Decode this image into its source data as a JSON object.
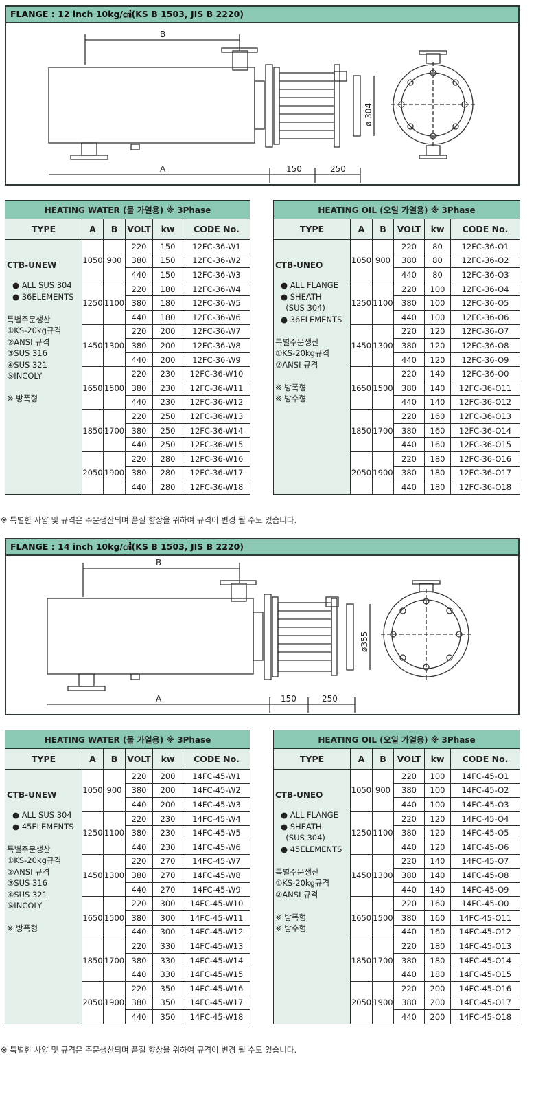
{
  "sections": [
    {
      "flange_title": "FLANGE : 12 inch 10kg/㎠(KS B 1503, JIS B 2220)",
      "drawing": {
        "label_b": "B",
        "label_a": "A",
        "dim_150": "150",
        "dim_250": "250",
        "diameter": "ø 304"
      },
      "water": {
        "caption": "HEATING WATER (물 가열용) ※ 3Phase",
        "headers": [
          "TYPE",
          "A",
          "B",
          "VOLT",
          "kw",
          "CODE No."
        ],
        "model": "CTB-UNEW",
        "desc": [
          "● ALL SUS 304",
          "● 36ELEMENTS",
          "",
          "특별주문생산",
          "①KS-20kg규격",
          "②ANSI 규격",
          "③SUS 316",
          "④SUS 321",
          "⑤INCOLY",
          "",
          "※ 방폭형"
        ],
        "groups": [
          {
            "a": "1050",
            "b": "900",
            "rows": [
              [
                "220",
                "150",
                "12FC-36-W1"
              ],
              [
                "380",
                "150",
                "12FC-36-W2"
              ],
              [
                "440",
                "150",
                "12FC-36-W3"
              ]
            ]
          },
          {
            "a": "1250",
            "b": "1100",
            "rows": [
              [
                "220",
                "180",
                "12FC-36-W4"
              ],
              [
                "380",
                "180",
                "12FC-36-W5"
              ],
              [
                "440",
                "180",
                "12FC-36-W6"
              ]
            ]
          },
          {
            "a": "1450",
            "b": "1300",
            "rows": [
              [
                "220",
                "200",
                "12FC-36-W7"
              ],
              [
                "380",
                "200",
                "12FC-36-W8"
              ],
              [
                "440",
                "200",
                "12FC-36-W9"
              ]
            ]
          },
          {
            "a": "1650",
            "b": "1500",
            "rows": [
              [
                "220",
                "230",
                "12FC-36-W10"
              ],
              [
                "380",
                "230",
                "12FC-36-W11"
              ],
              [
                "440",
                "230",
                "12FC-36-W12"
              ]
            ]
          },
          {
            "a": "1850",
            "b": "1700",
            "rows": [
              [
                "220",
                "250",
                "12FC-36-W13"
              ],
              [
                "380",
                "250",
                "12FC-36-W14"
              ],
              [
                "440",
                "250",
                "12FC-36-W15"
              ]
            ]
          },
          {
            "a": "2050",
            "b": "1900",
            "rows": [
              [
                "220",
                "280",
                "12FC-36-W16"
              ],
              [
                "380",
                "280",
                "12FC-36-W17"
              ],
              [
                "440",
                "280",
                "12FC-36-W18"
              ]
            ]
          }
        ]
      },
      "oil": {
        "caption": "HEATING OIL (오일 가열용) ※ 3Phase",
        "headers": [
          "TYPE",
          "A",
          "B",
          "VOLT",
          "kw",
          "CODE No."
        ],
        "model": "CTB-UNEO",
        "desc": [
          "● ALL FLANGE",
          "● SHEATH",
          "  (SUS 304)",
          "● 36ELEMENTS",
          "",
          "특별주문생산",
          "①KS-20kg규격",
          "②ANSI 규격",
          "",
          "※ 방폭형",
          "※ 방수형"
        ],
        "groups": [
          {
            "a": "1050",
            "b": "900",
            "rows": [
              [
                "220",
                "80",
                "12FC-36-O1"
              ],
              [
                "380",
                "80",
                "12FC-36-O2"
              ],
              [
                "440",
                "80",
                "12FC-36-O3"
              ]
            ]
          },
          {
            "a": "1250",
            "b": "1100",
            "rows": [
              [
                "220",
                "100",
                "12FC-36-O4"
              ],
              [
                "380",
                "100",
                "12FC-36-O5"
              ],
              [
                "440",
                "100",
                "12FC-36-O6"
              ]
            ]
          },
          {
            "a": "1450",
            "b": "1300",
            "rows": [
              [
                "220",
                "120",
                "12FC-36-O7"
              ],
              [
                "380",
                "120",
                "12FC-36-O8"
              ],
              [
                "440",
                "120",
                "12FC-36-O9"
              ]
            ]
          },
          {
            "a": "1650",
            "b": "1500",
            "rows": [
              [
                "220",
                "140",
                "12FC-36-O0"
              ],
              [
                "380",
                "140",
                "12FC-36-O11"
              ],
              [
                "440",
                "140",
                "12FC-36-O12"
              ]
            ]
          },
          {
            "a": "1850",
            "b": "1700",
            "rows": [
              [
                "220",
                "160",
                "12FC-36-O13"
              ],
              [
                "380",
                "160",
                "12FC-36-O14"
              ],
              [
                "440",
                "160",
                "12FC-36-O15"
              ]
            ]
          },
          {
            "a": "2050",
            "b": "1900",
            "rows": [
              [
                "220",
                "180",
                "12FC-36-O16"
              ],
              [
                "380",
                "180",
                "12FC-36-O17"
              ],
              [
                "440",
                "180",
                "12FC-36-O18"
              ]
            ]
          }
        ]
      },
      "note": "※ 특별한 사양 및 규격은 주문생산되며 품질 향상을 위하여 규격이 변경 될 수도 있습니다."
    },
    {
      "flange_title": "FLANGE : 14 inch 10kg/㎠(KS B 1503, JIS B 2220)",
      "drawing": {
        "label_b": "B",
        "label_a": "A",
        "dim_150": "150",
        "dim_250": "250",
        "diameter": "ø355"
      },
      "water": {
        "caption": "HEATING WATER (물 가열용) ※ 3Phase",
        "headers": [
          "TYPE",
          "A",
          "B",
          "VOLT",
          "kw",
          "CODE No."
        ],
        "model": "CTB-UNEW",
        "desc": [
          "● ALL SUS 304",
          "● 45ELEMENTS",
          "",
          "특별주문생산",
          "①KS-20kg규격",
          "②ANSI 규격",
          "③SUS 316",
          "④SUS 321",
          "⑤INCOLY",
          "",
          "※ 방폭형"
        ],
        "groups": [
          {
            "a": "1050",
            "b": "900",
            "rows": [
              [
                "220",
                "200",
                "14FC-45-W1"
              ],
              [
                "380",
                "200",
                "14FC-45-W2"
              ],
              [
                "440",
                "200",
                "14FC-45-W3"
              ]
            ]
          },
          {
            "a": "1250",
            "b": "1100",
            "rows": [
              [
                "220",
                "230",
                "14FC-45-W4"
              ],
              [
                "380",
                "230",
                "14FC-45-W5"
              ],
              [
                "440",
                "230",
                "14FC-45-W6"
              ]
            ]
          },
          {
            "a": "1450",
            "b": "1300",
            "rows": [
              [
                "220",
                "270",
                "14FC-45-W7"
              ],
              [
                "380",
                "270",
                "14FC-45-W8"
              ],
              [
                "440",
                "270",
                "14FC-45-W9"
              ]
            ]
          },
          {
            "a": "1650",
            "b": "1500",
            "rows": [
              [
                "220",
                "300",
                "14FC-45-W10"
              ],
              [
                "380",
                "300",
                "14FC-45-W11"
              ],
              [
                "440",
                "300",
                "14FC-45-W12"
              ]
            ]
          },
          {
            "a": "1850",
            "b": "1700",
            "rows": [
              [
                "220",
                "330",
                "14FC-45-W13"
              ],
              [
                "380",
                "330",
                "14FC-45-W14"
              ],
              [
                "440",
                "330",
                "14FC-45-W15"
              ]
            ]
          },
          {
            "a": "2050",
            "b": "1900",
            "rows": [
              [
                "220",
                "350",
                "14FC-45-W16"
              ],
              [
                "380",
                "350",
                "14FC-45-W17"
              ],
              [
                "440",
                "350",
                "14FC-45-W18"
              ]
            ]
          }
        ]
      },
      "oil": {
        "caption": "HEATING OIL (오일 가열용) ※ 3Phase",
        "headers": [
          "TYPE",
          "A",
          "B",
          "VOLT",
          "kw",
          "CODE No."
        ],
        "model": "CTB-UNEO",
        "desc": [
          "● ALL FLANGE",
          "● SHEATH",
          "  (SUS 304)",
          "● 45ELEMENTS",
          "",
          "특별주문생산",
          "①KS-20kg규격",
          "②ANSI 규격",
          "",
          "※ 방폭형",
          "※ 방수형"
        ],
        "groups": [
          {
            "a": "1050",
            "b": "900",
            "rows": [
              [
                "220",
                "100",
                "14FC-45-O1"
              ],
              [
                "380",
                "100",
                "14FC-45-O2"
              ],
              [
                "440",
                "100",
                "14FC-45-O3"
              ]
            ]
          },
          {
            "a": "1250",
            "b": "1100",
            "rows": [
              [
                "220",
                "120",
                "14FC-45-O4"
              ],
              [
                "380",
                "120",
                "14FC-45-O5"
              ],
              [
                "440",
                "120",
                "14FC-45-O6"
              ]
            ]
          },
          {
            "a": "1450",
            "b": "1300",
            "rows": [
              [
                "220",
                "140",
                "14FC-45-O7"
              ],
              [
                "380",
                "140",
                "14FC-45-O8"
              ],
              [
                "440",
                "140",
                "14FC-45-O9"
              ]
            ]
          },
          {
            "a": "1650",
            "b": "1500",
            "rows": [
              [
                "220",
                "160",
                "14FC-45-O0"
              ],
              [
                "380",
                "160",
                "14FC-45-O11"
              ],
              [
                "440",
                "160",
                "14FC-45-O12"
              ]
            ]
          },
          {
            "a": "1850",
            "b": "1700",
            "rows": [
              [
                "220",
                "180",
                "14FC-45-O13"
              ],
              [
                "380",
                "180",
                "14FC-45-O14"
              ],
              [
                "440",
                "180",
                "14FC-45-O15"
              ]
            ]
          },
          {
            "a": "2050",
            "b": "1900",
            "rows": [
              [
                "220",
                "200",
                "14FC-45-O16"
              ],
              [
                "380",
                "200",
                "14FC-45-O17"
              ],
              [
                "440",
                "200",
                "14FC-45-O18"
              ]
            ]
          }
        ]
      },
      "note": "※ 특별한 사양 및 규격은 주문생산되며 품질 향상을 위하여 규격이 변경 될 수도 있습니다."
    }
  ]
}
